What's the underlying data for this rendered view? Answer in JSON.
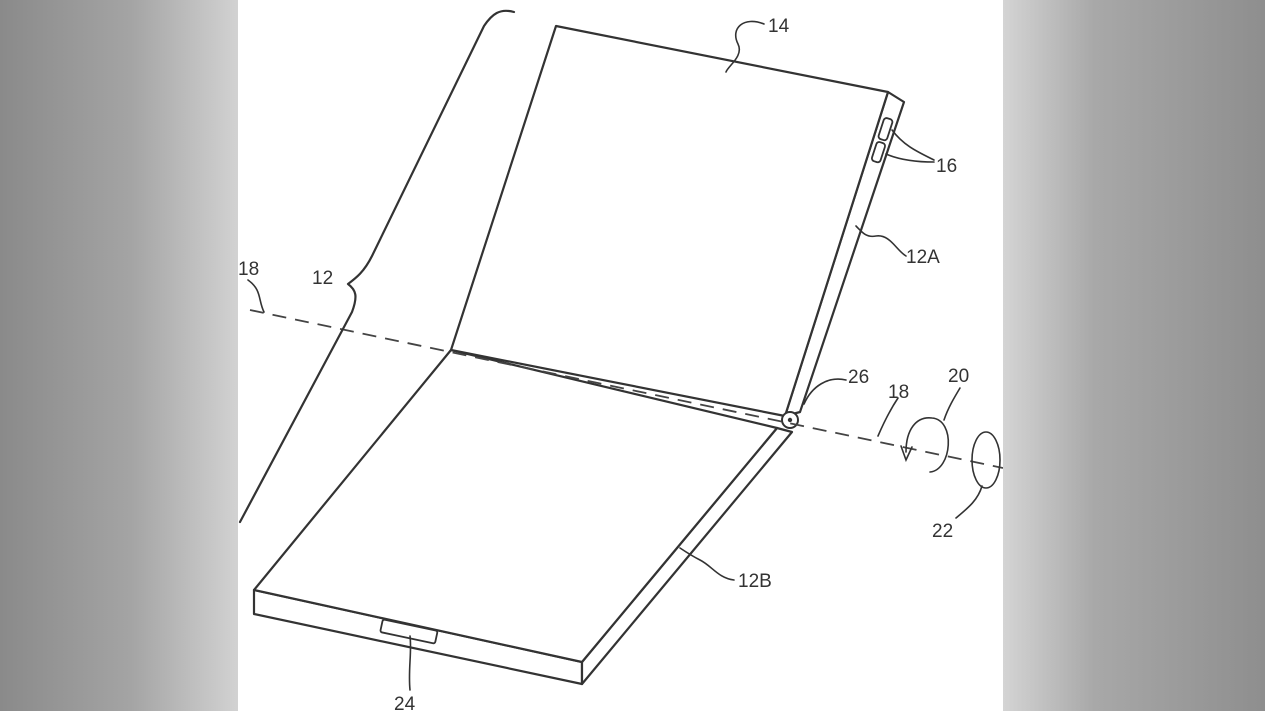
{
  "figure": {
    "labels": {
      "l14": "14",
      "l16": "16",
      "l12a": "12A",
      "l18_left": "18",
      "l12": "12",
      "l26": "26",
      "l20": "20",
      "l18_right": "18",
      "l22": "22",
      "l12b": "12B",
      "l24": "24"
    }
  }
}
